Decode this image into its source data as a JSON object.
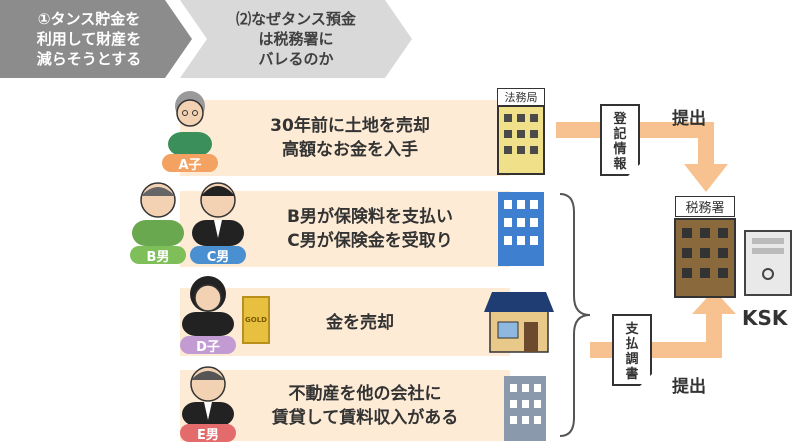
{
  "steps": [
    {
      "label": "①タンス貯金を\n利用して財産を\n減らそうとする"
    },
    {
      "label": "⑵なぜタンス預金\nは税務署に\nバレるのか"
    }
  ],
  "rows": [
    {
      "badge": "A子",
      "text": "30年前に土地を売却\n高額なお金を入手"
    },
    {
      "badges": [
        "B男",
        "C男"
      ],
      "text": "B男が保険料を支払い\nC男が保険金を受取り"
    },
    {
      "badge": "D子",
      "item": "GOLD",
      "text": "金を売却"
    },
    {
      "badge": "E男",
      "text": "不動産を他の会社に\n賃貸して賃料収入がある"
    }
  ],
  "buildings": {
    "legal_bureau_label": "法務局",
    "tax_office_label": "税務署"
  },
  "documents": {
    "registry": "登\n記\n情\n報",
    "payment": "支\n払\n調\n書"
  },
  "submit_label_top": "提出",
  "submit_label_bottom": "提出",
  "system_label": "KSK",
  "colors": {
    "badge_a": "#f4a261",
    "badge_b": "#7fbf5a",
    "badge_c": "#4a8fd0",
    "badge_d": "#c39bd3",
    "badge_e": "#e46b6b",
    "arrow": "#f7c28f"
  }
}
